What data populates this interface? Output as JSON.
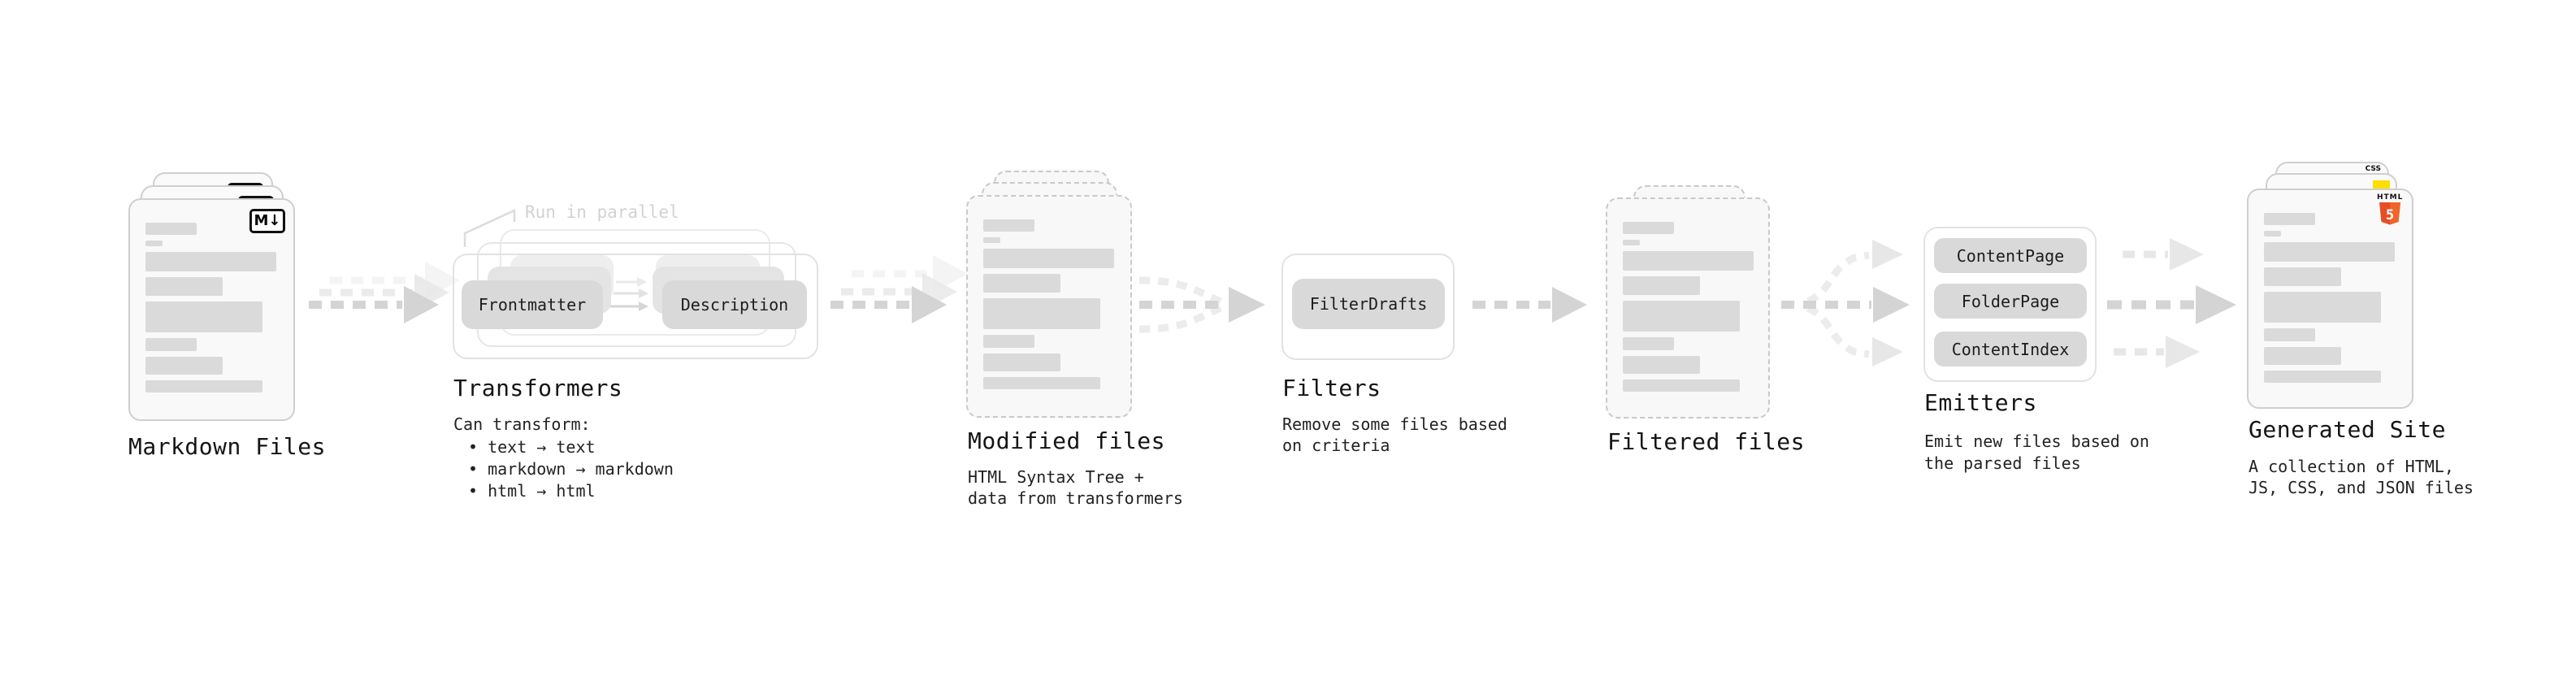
{
  "colors": {
    "html5_orange": "#e44d26",
    "html5_orange_light": "#f16529",
    "css_blue": "#2962ff",
    "js_yellow": "#ffdd00"
  },
  "stages": {
    "markdown_files": {
      "title": "Markdown Files",
      "badge": "M↓"
    },
    "transformers": {
      "title": "Transformers",
      "annotation": "Run in parallel",
      "node_a": "Frontmatter",
      "node_b": "Description",
      "desc_heading": "Can transform:",
      "bullets": [
        "• text → text",
        "• markdown → markdown",
        "• html → html"
      ]
    },
    "modified_files": {
      "title": "Modified files",
      "desc_line1": "HTML Syntax Tree +",
      "desc_line2": "data from transformers"
    },
    "filters": {
      "title": "Filters",
      "node": "FilterDrafts",
      "desc_line1": "Remove some files based",
      "desc_line2": "on criteria"
    },
    "filtered_files": {
      "title": "Filtered files"
    },
    "emitters": {
      "title": "Emitters",
      "nodes": [
        "ContentPage",
        "FolderPage",
        "ContentIndex"
      ],
      "desc_line1": "Emit new files based on",
      "desc_line2": "the parsed files"
    },
    "generated_site": {
      "title": "Generated Site",
      "desc_line1": "A collection of HTML,",
      "desc_line2": "JS, CSS, and JSON files",
      "badge_css": "CSS",
      "badge_html": "HTML",
      "badge_html5": "5"
    }
  }
}
